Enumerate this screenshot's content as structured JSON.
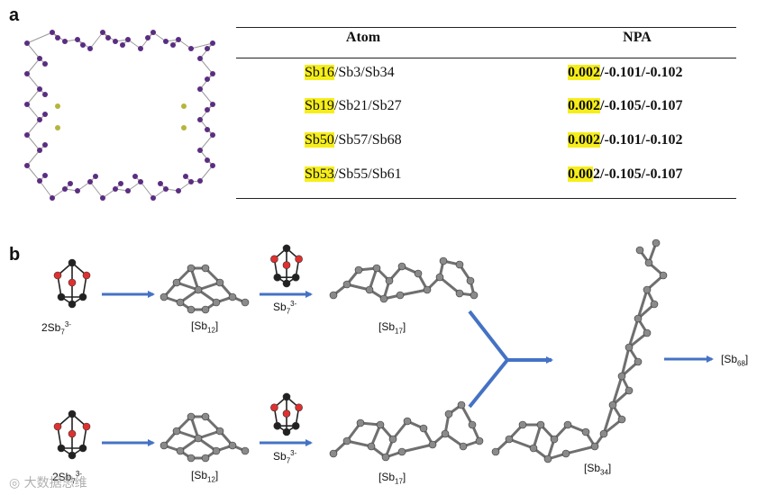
{
  "panel_labels": {
    "a": "a",
    "b": "b"
  },
  "table": {
    "header_atom": "Atom",
    "header_npa": "NPA",
    "rows": [
      {
        "atom_hl": "Sb16",
        "atom_rest": "/Sb3/Sb34",
        "npa_hl": "0.002",
        "npa_rest": "/-0.101/-0.102"
      },
      {
        "atom_hl": "Sb19",
        "atom_rest": "/Sb21/Sb27",
        "npa_hl": "0.002",
        "npa_rest": "/-0.105/-0.107"
      },
      {
        "atom_hl": "Sb50",
        "atom_rest": "/Sb57/Sb68",
        "npa_hl": "0.002",
        "npa_rest": "/-0.101/-0.102"
      },
      {
        "atom_hl": "Sb53",
        "atom_rest": "/Sb55/Sb61",
        "npa_hl": "0.00",
        "npa_rest": "2/-0.105/-0.107"
      }
    ]
  },
  "scheme": {
    "start_top": {
      "prefix": "2Sb",
      "sub": "7",
      "sup": "3-"
    },
    "start_bottom": {
      "prefix": "2Sb",
      "sub": "7",
      "sup": "3-"
    },
    "reagent": {
      "prefix": "Sb",
      "sub": "7",
      "sup": "3-"
    },
    "sb12": {
      "prefix": "[Sb",
      "sub": "12",
      "suffix": "]"
    },
    "sb17": {
      "prefix": "[Sb",
      "sub": "17",
      "suffix": "]"
    },
    "sb34": {
      "prefix": "[Sb",
      "sub": "34",
      "suffix": "]"
    },
    "sb68": {
      "prefix": "[Sb",
      "sub": "68",
      "suffix": "]"
    }
  },
  "watermark": "大数据思维",
  "colors": {
    "arrow": "#4472c4",
    "highlight": "#f6ee1a",
    "atom_purple": "#5a2d82",
    "atom_gray": "#8a8a8a",
    "atom_red": "#e03030",
    "atom_black": "#222222"
  }
}
